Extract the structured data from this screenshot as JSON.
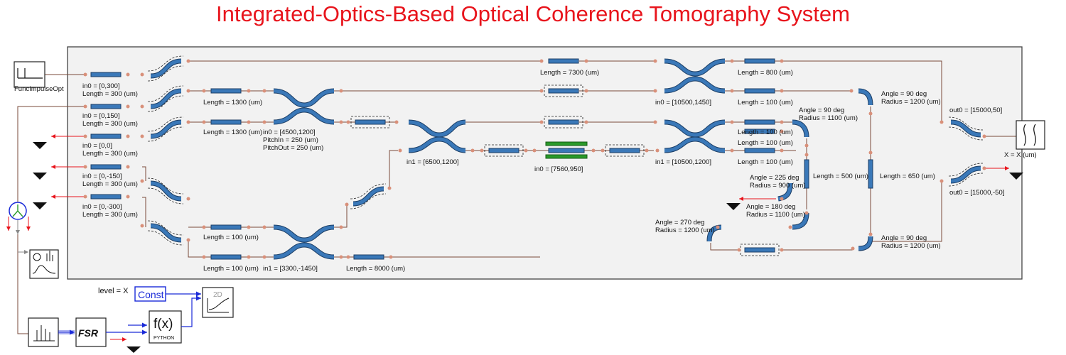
{
  "title": "Integrated-Optics-Based Optical Coherence Tomography System",
  "colors": {
    "title": "#e8141c",
    "waveguide": "#3a78b8",
    "sample_arm_highlight": "#2a9a2a",
    "electrical_wire": "#1a2ad8",
    "optical_wire": "#7a4a3a",
    "port": "#d9907a",
    "panel_bg": "#f2f2f2"
  },
  "blocks": {
    "source": "FuncImpulseOpt",
    "const": "Const",
    "level_label": "level = X",
    "plot_2d": "2D",
    "fsr": "FSR",
    "python_fx": "f(x)",
    "python_label": "PYTHON",
    "sweep_x": "X = X (um)"
  },
  "labels": {
    "in_0_300": "in0 = [0,300]",
    "len_300_a": "Length = 300 (um)",
    "in_0_150": "in0 = [0,150]",
    "len_300_b": "Length = 300 (um)",
    "in_0_0": "in0 = [0,0]",
    "len_300_c": "Length = 300 (um)",
    "in_0_m150": "in0 = [0,-150]",
    "len_300_d": "Length = 300 (um)",
    "in_0_m300": "in0 = [0,-300]",
    "len_300_e": "Length = 300 (um)",
    "len_1300_a": "Length = 1300 (um)",
    "len_1300_b": "Length = 1300 (um)",
    "in_4500": "in0 = [4500,1200]",
    "pitch_in": "PitchIn = 250 (um)",
    "pitch_out": "PitchOut = 250 (um)",
    "len_7300": "Length = 7300 (um)",
    "len_800": "Length = 800 (um)",
    "in_10500_1450": "in0 = [10500,1450]",
    "len_100_a": "Length = 100 (um)",
    "len_100_b": "Length = 100 (um)",
    "len_100_c": "Length = 100 (um)",
    "in_10500_1200": "in1 = [10500,1200]",
    "len_100_d": "Length = 100 (um)",
    "in_6500": "in1 = [6500,1200]",
    "in_7560": "in0 = [7560,950]",
    "angle90_1200_a": "Angle = 90 deg",
    "radius1200_a": "Radius = 1200 (um)",
    "angle90_1100": "Angle = 90 deg",
    "radius1100_a": "Radius = 1100 (um)",
    "out_15000_50": "out0 = [15000,50]",
    "len_500": "Length = 500 (um)",
    "len_650": "Length = 650 (um)",
    "angle225": "Angle = 225 deg",
    "radius900": "Radius = 900 (um)",
    "out_15000_m50": "out0 = [15000,-50]",
    "angle180": "Angle = 180 deg",
    "radius1100_b": "Radius = 1100 (um)",
    "angle270": "Angle = 270 deg",
    "radius1200_b": "Radius = 1200 (um)",
    "angle90_1200_b": "Angle = 90 deg",
    "radius1200_c": "Radius = 1200 (um)",
    "len_100_e": "Length = 100 (um)",
    "len_100_f": "Length = 100 (um)",
    "in_3300": "in1 = [3300,-1450]",
    "len_8000": "Length = 8000 (um)"
  }
}
